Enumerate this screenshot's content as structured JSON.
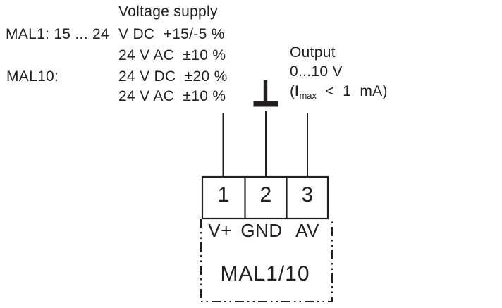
{
  "voltage_supply": {
    "title": "Voltage supply",
    "mal1_label": "MAL1: 15 ... 24",
    "mal1_dc_spec": "V DC  +15/-5 %",
    "mal1_ac_spec": "24 V AC  ±10 %",
    "mal10_label": "MAL10:",
    "mal10_dc_spec": "24 V DC  ±20 %",
    "mal10_ac_spec": "24 V AC  ±10 %"
  },
  "output": {
    "title": "Output",
    "range": "0...10 V",
    "current_open": "(",
    "current_symbol": "I",
    "current_subscript": "max",
    "current_rest": "  <  1  mA)"
  },
  "symbols": {
    "ground": "earth-ground-icon"
  },
  "terminals": {
    "numbers": [
      "1",
      "2",
      "3"
    ],
    "labels": [
      "V+",
      "GND",
      "AV"
    ]
  },
  "device_label": "MAL1/10",
  "colors": {
    "ink": "#231f20",
    "background": "#ffffff"
  }
}
